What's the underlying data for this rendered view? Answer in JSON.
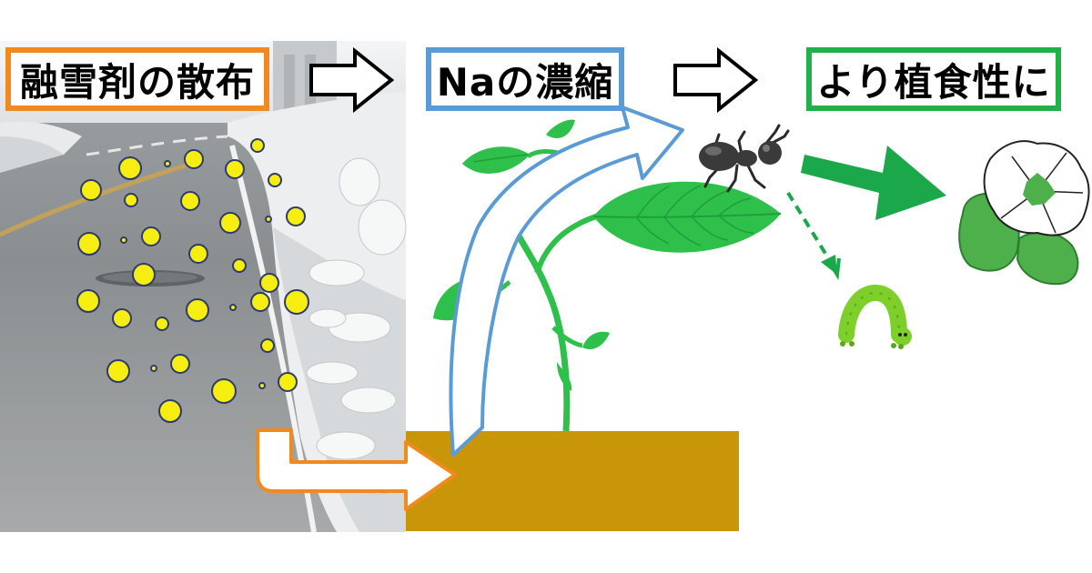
{
  "labels": {
    "step1": "融雪剤の散布",
    "step2": "Naの濃縮",
    "step3": "より植食性に"
  },
  "colors": {
    "step1_border": "#f08a1e",
    "step2_border": "#5b9bd5",
    "step3_border": "#22b04b",
    "salt_particle": "#f5ee10",
    "soil": "#c9960a",
    "leaf": "#2ec04a",
    "leaf_dark": "#1f9e3a",
    "arrow_green": "#1aa84a"
  },
  "icons": {
    "ant": "ant-icon",
    "caterpillar": "caterpillar-icon",
    "flower": "flower-icon",
    "plant": "plant-icon"
  }
}
